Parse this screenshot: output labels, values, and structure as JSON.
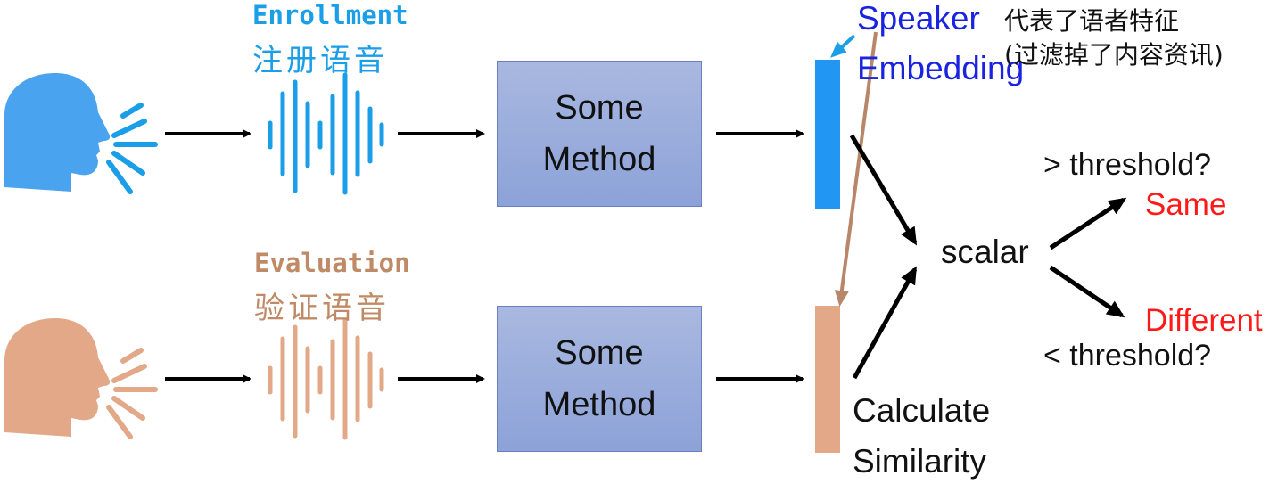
{
  "enrollment": {
    "title": "Enrollment",
    "subtitle": "注册语音",
    "color": "#1a9ee8"
  },
  "evaluation": {
    "title": "Evaluation",
    "subtitle": "验证语音",
    "color": "#c08a66"
  },
  "method_box": {
    "line1": "Some",
    "line2": "Method"
  },
  "embedding": {
    "label_line1": "Speaker",
    "label_line2": "Embedding",
    "label_color": "#1a24e0",
    "note_line1": "代表了语者特征",
    "note_line2": "(过滤掉了内容资讯)"
  },
  "similarity": {
    "line1": "Calculate",
    "line2": "Similarity"
  },
  "scalar": "scalar",
  "upper_condition": "> threshold?",
  "upper_result": "Same",
  "lower_result": "Different",
  "lower_condition": "< threshold?",
  "result_color": "#ff1a1a",
  "icons": {
    "enroll_head": "speaking-head-icon",
    "eval_head": "speaking-head-icon",
    "waveform": "sound-wave-icon"
  }
}
